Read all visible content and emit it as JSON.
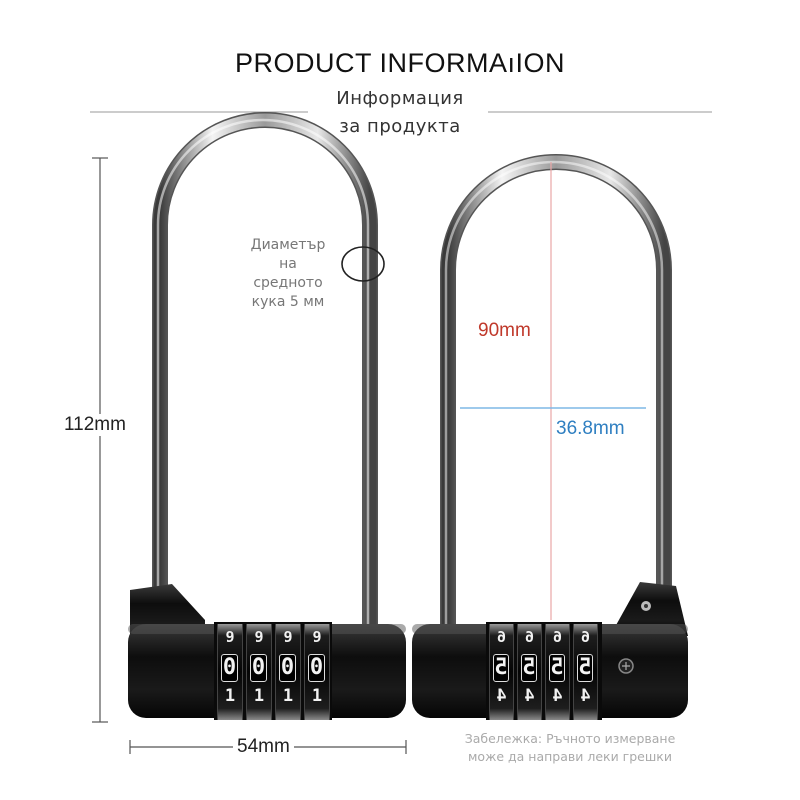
{
  "header": {
    "title": "PRODUCT INFORMAıION",
    "subtitle_line1": "Информация",
    "subtitle_line2": "за продукта"
  },
  "annotations": {
    "diameter_note": [
      "Диаметър",
      "на",
      "средното",
      "кука 5 мм"
    ],
    "height_total": "112mm",
    "shackle_height": "90mm",
    "shackle_width": "36.8mm",
    "body_width": "54mm",
    "disclaimer": [
      "Забележка: Ръчното измерване",
      "може да направи леки грешки"
    ]
  },
  "lock_left": {
    "dial_rows": [
      [
        "9",
        "9",
        "9",
        "9"
      ],
      [
        "0",
        "0",
        "0",
        "0"
      ],
      [
        "1",
        "1",
        "1",
        "1"
      ]
    ]
  },
  "lock_right": {
    "dial_rows": [
      [
        "6",
        "6",
        "6",
        "6"
      ],
      [
        "5",
        "5",
        "5",
        "5"
      ],
      [
        "4",
        "4",
        "4",
        "4"
      ]
    ]
  },
  "colors": {
    "shackle_height_color": "#c0392b",
    "shackle_width_color": "#2f7fc1",
    "lock_body": "#111111"
  }
}
